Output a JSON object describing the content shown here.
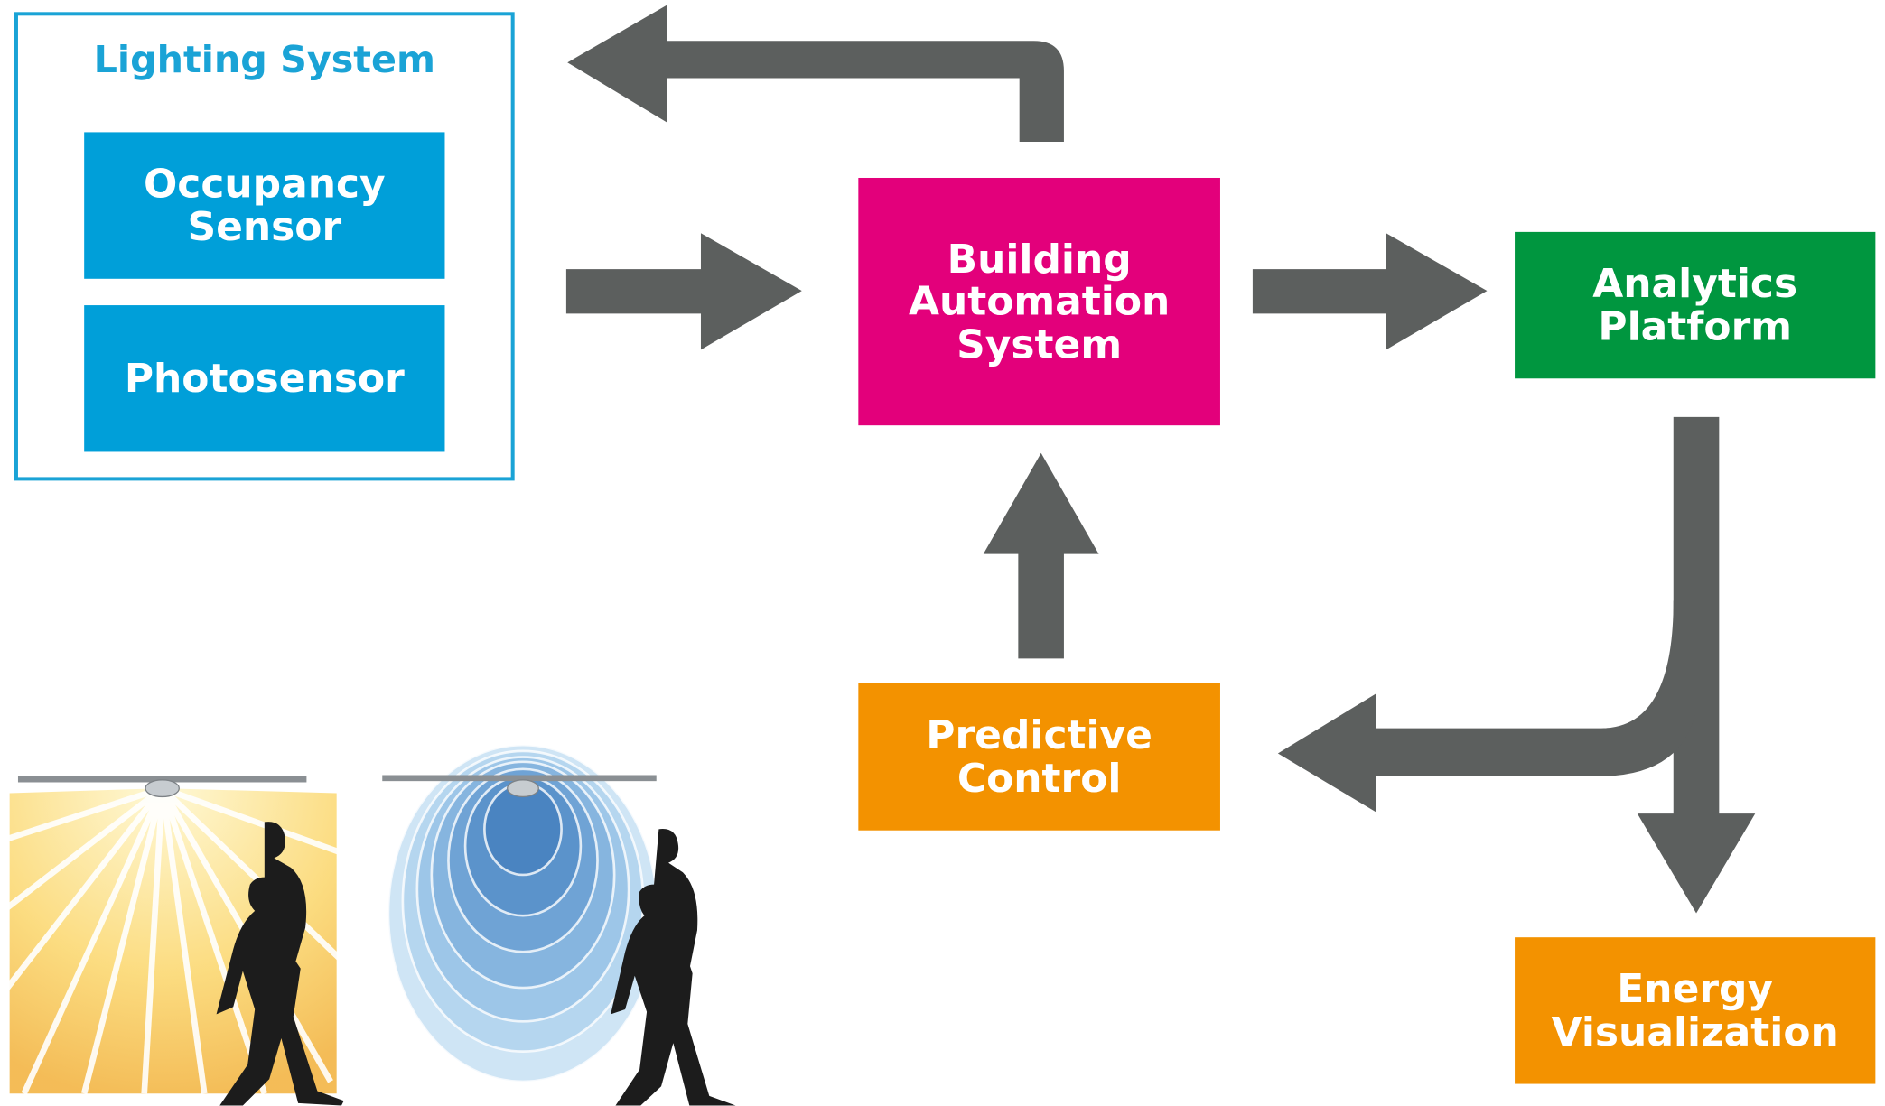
{
  "colors": {
    "lighting_blue": "#009fd9",
    "frame_blue": "#1aa3d6",
    "bas_magenta": "#e3007b",
    "analytics_green": "#00963f",
    "orange": "#f39200",
    "arrow_gray": "#5c5f5e"
  },
  "lighting_system": {
    "title": "Lighting System",
    "occupancy_sensor": [
      "Occupancy",
      "Sensor"
    ],
    "photosensor": [
      "Photosensor"
    ]
  },
  "building_automation": [
    "Building",
    "Automation",
    "System"
  ],
  "analytics_platform": [
    "Analytics",
    "Platform"
  ],
  "predictive_control": [
    "Predictive",
    "Control"
  ],
  "energy_visualization": [
    "Energy",
    "Visualization"
  ]
}
